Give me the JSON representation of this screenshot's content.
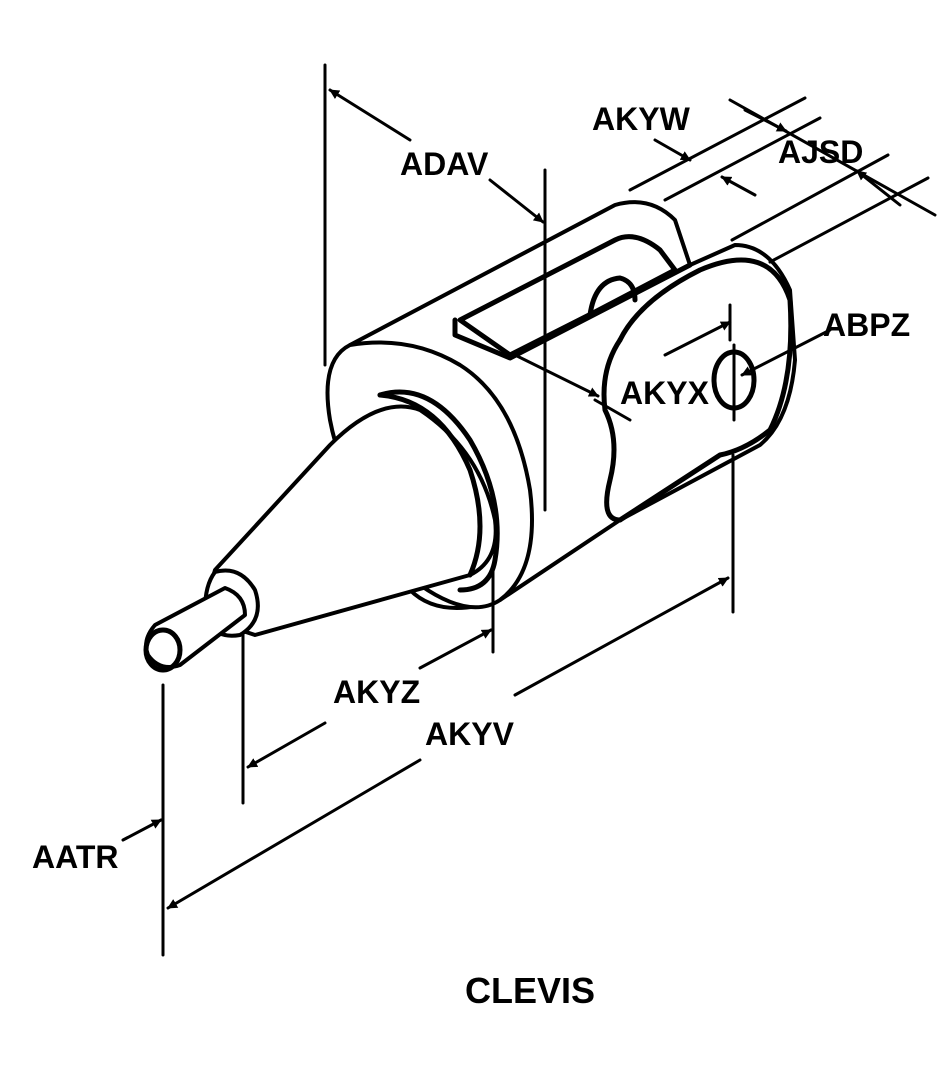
{
  "figure": {
    "title": "CLEVIS",
    "labels": {
      "akyw": "AKYW",
      "adav": "ADAV",
      "ajsd": "AJSD",
      "abpz": "ABPZ",
      "akyx": "AKYX",
      "akyz": "AKYZ",
      "akyv": "AKYV",
      "aatr": "AATR"
    }
  }
}
